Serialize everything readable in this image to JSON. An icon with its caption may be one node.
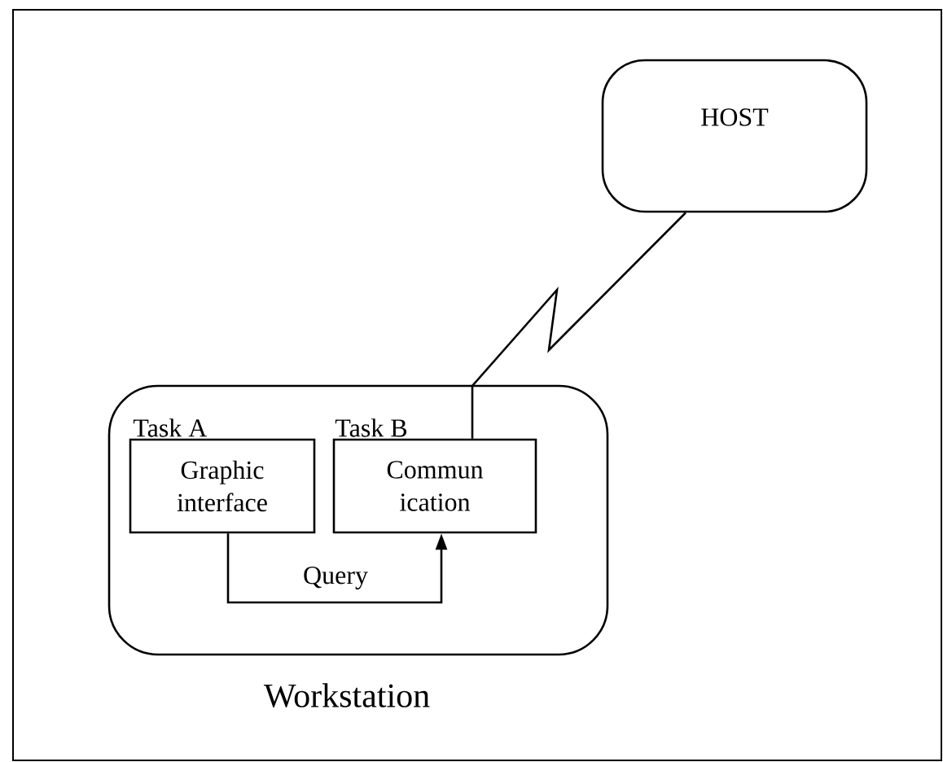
{
  "diagram": {
    "nodes": [
      {
        "text": [
          "HOST"
        ]
      },
      {
        "text": [
          "Workstation"
        ]
      },
      {
        "text": [
          "Task A",
          "Graphic interface"
        ],
        "in": 1
      },
      {
        "text": [
          "Task B",
          "Commun ication"
        ],
        "in": 1
      }
    ],
    "edges": [
      {
        "from": 3,
        "to": 0,
        "arrow": "none"
      },
      {
        "from": 2,
        "to": 3,
        "arrow": "to",
        "label": "Query"
      }
    ]
  }
}
